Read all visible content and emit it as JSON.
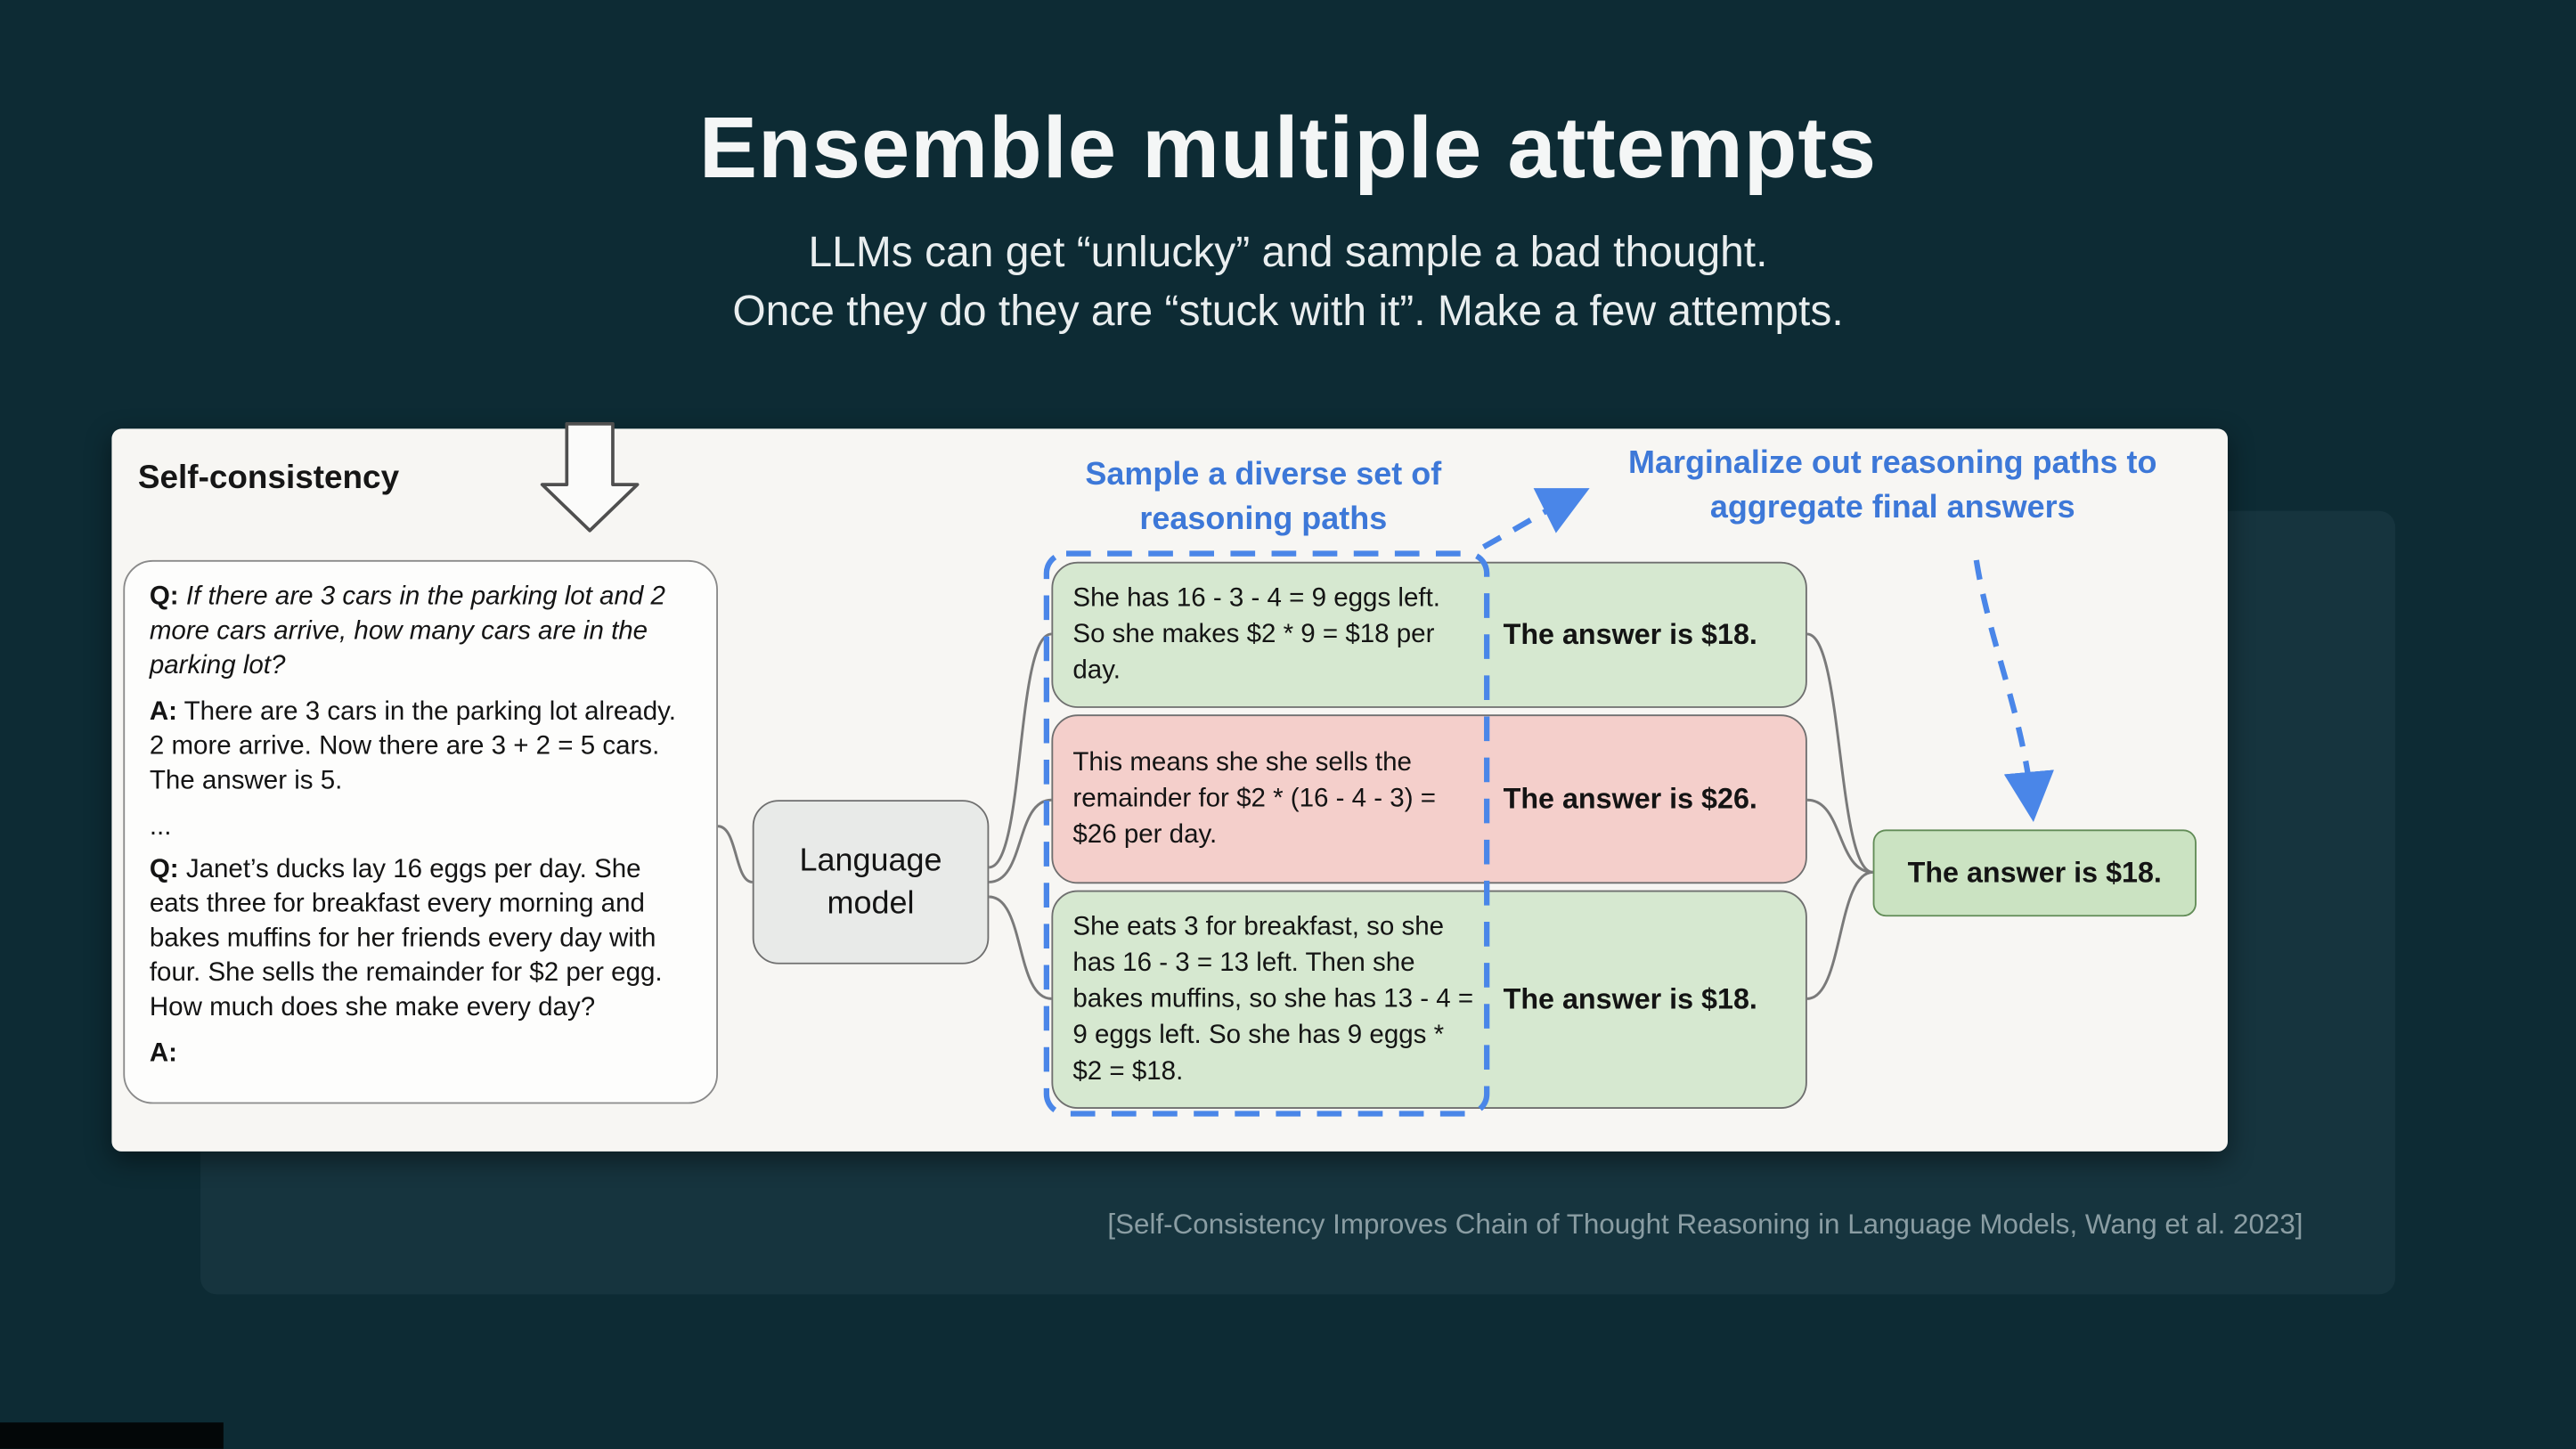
{
  "slide": {
    "title": "Ensemble multiple attempts",
    "subtitle_line1": "LLMs can get “unlucky” and sample a bad thought.",
    "subtitle_line2": "Once they do they are “stuck with it”. Make a few attempts.",
    "citation": "[Self-Consistency Improves Chain of Thought Reasoning in Language Models, Wang et al. 2023]"
  },
  "diagram": {
    "heading": "Self-consistency",
    "sample_label": "Sample a diverse set of reasoning paths",
    "marginalize_label": "Marginalize out reasoning paths to aggregate final answers",
    "prompt": {
      "q1_prefix": "Q:",
      "q1_text": "If there are 3 cars in the parking lot and 2 more cars arrive, how many cars are in the parking lot?",
      "a1_prefix": "A:",
      "a1_text": "There are 3 cars in the parking lot already. 2 more arrive. Now there are 3 + 2 = 5 cars. The answer is 5.",
      "ellipsis": "...",
      "q2_prefix": "Q:",
      "q2_text": "Janet’s ducks lay 16 eggs per day. She eats three for breakfast every morning and bakes muffins for her friends every day with four. She sells the remainder for $2 per egg. How much does she make every day?",
      "a2_prefix": "A:"
    },
    "model_label": "Language model",
    "paths": [
      {
        "text": "She has 16 - 3 - 4 = 9 eggs left. So she makes $2 * 9 = $18 per day.",
        "answer": "The answer is $18.",
        "tone": "green"
      },
      {
        "text": "This means she she sells the remainder for $2 * (16 - 4 - 3) = $26 per day.",
        "answer": "The answer is $26.",
        "tone": "red"
      },
      {
        "text": "She eats 3 for breakfast, so she has 16 - 3 = 13 left. Then she bakes muffins, so she has 13 - 4 = 9 eggs left. So she has 9 eggs * $2 = $18.",
        "answer": "The answer is $18.",
        "tone": "green"
      }
    ],
    "final_answer": "The answer is $18."
  },
  "colors": {
    "background": "#0d2b34",
    "accent_blue": "#4a86e8",
    "path_green": "#d6e8d0",
    "path_red": "#f4cfcb",
    "final_green": "#cbe3c2",
    "panel": "#f7f6f3",
    "citation_gray": "#8a9da3"
  }
}
